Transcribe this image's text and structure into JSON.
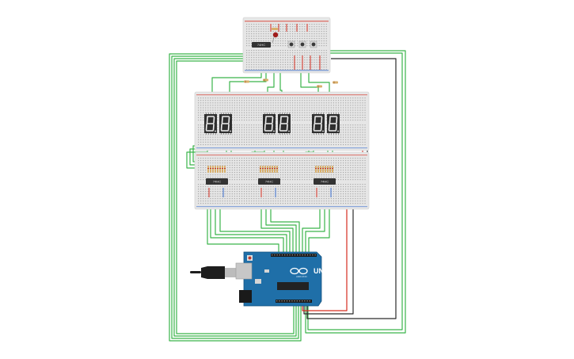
{
  "app": {
    "title": ""
  },
  "components": {
    "ic_top": {
      "label": "74HC"
    },
    "shift_registers": [
      {
        "label": "74HC"
      },
      {
        "label": "74HC"
      },
      {
        "label": "74HC"
      }
    ],
    "displays": [
      {
        "digits": [
          "8.",
          "8."
        ]
      },
      {
        "digits": [
          "8.",
          "8."
        ]
      },
      {
        "digits": [
          "8.",
          "8."
        ]
      }
    ],
    "buttons": {
      "count": 3
    },
    "arduino": {
      "brand": "UNO",
      "model": "ARDUINO"
    }
  },
  "colors": {
    "wire_green": "#3ab54a",
    "wire_red": "#d62d20",
    "wire_black": "#2b2b2b",
    "breadboard": "#e6e6e6",
    "arduino_blue": "#1f6fa8",
    "display_body": "#2f2f2f",
    "segment_on": "#f0f0f0",
    "resistor": "#d9b06c",
    "chip": "#333333"
  }
}
